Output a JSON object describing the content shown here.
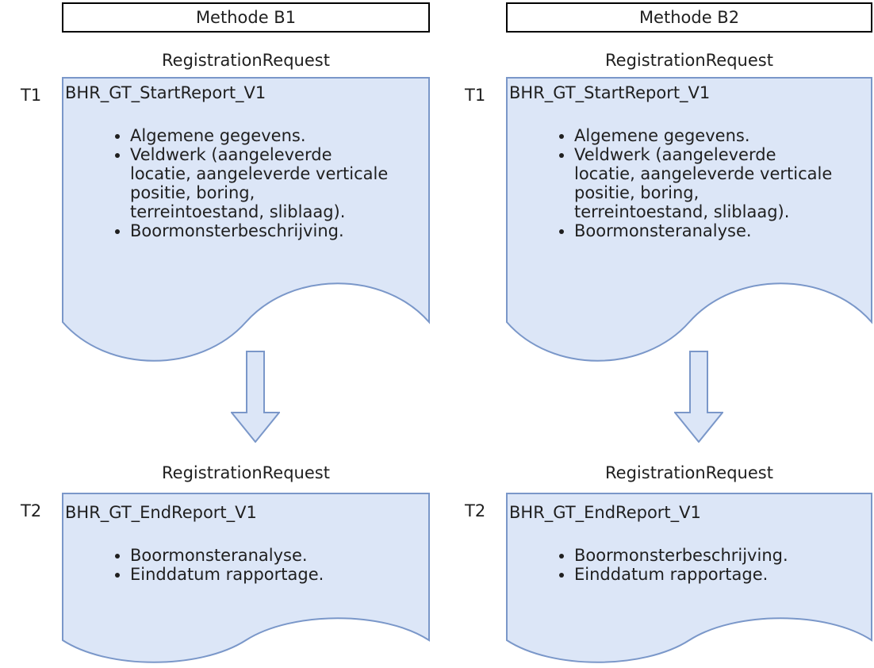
{
  "diagram": {
    "colors": {
      "document_fill": "#dce6f7",
      "document_stroke": "#7a97c9",
      "arrow_fill": "#dce6f7",
      "arrow_stroke": "#7a97c9",
      "header_fill": "#ffffff",
      "header_border": "#000000",
      "text": "#1f1f1f"
    },
    "columns": [
      {
        "header_label": "Methode B1",
        "sections": [
          {
            "time_label": "T1",
            "caption": "RegistrationRequest",
            "doc_title": "BHR_GT_StartReport_V1",
            "bullets": [
              "Algemene gegevens.",
              "Veldwerk (aangeleverde\nlocatie, aangeleverde verticale\npositie, boring,\nterreintoestand, sliblaag).",
              "Boormonsterbeschrijving."
            ]
          },
          {
            "time_label": "T2",
            "caption": "RegistrationRequest",
            "doc_title": "BHR_GT_EndReport_V1",
            "bullets": [
              "Boormonsteranalyse.",
              "Einddatum rapportage."
            ]
          }
        ]
      },
      {
        "header_label": "Methode B2",
        "sections": [
          {
            "time_label": "T1",
            "caption": "RegistrationRequest",
            "doc_title": "BHR_GT_StartReport_V1",
            "bullets": [
              "Algemene gegevens.",
              "Veldwerk (aangeleverde\nlocatie, aangeleverde verticale\npositie, boring,\nterreintoestand, sliblaag).",
              "Boormonsteranalyse."
            ]
          },
          {
            "time_label": "T2",
            "caption": "RegistrationRequest",
            "doc_title": "BHR_GT_EndReport_V1",
            "bullets": [
              "Boormonsterbeschrijving.",
              "Einddatum rapportage."
            ]
          }
        ]
      }
    ]
  }
}
